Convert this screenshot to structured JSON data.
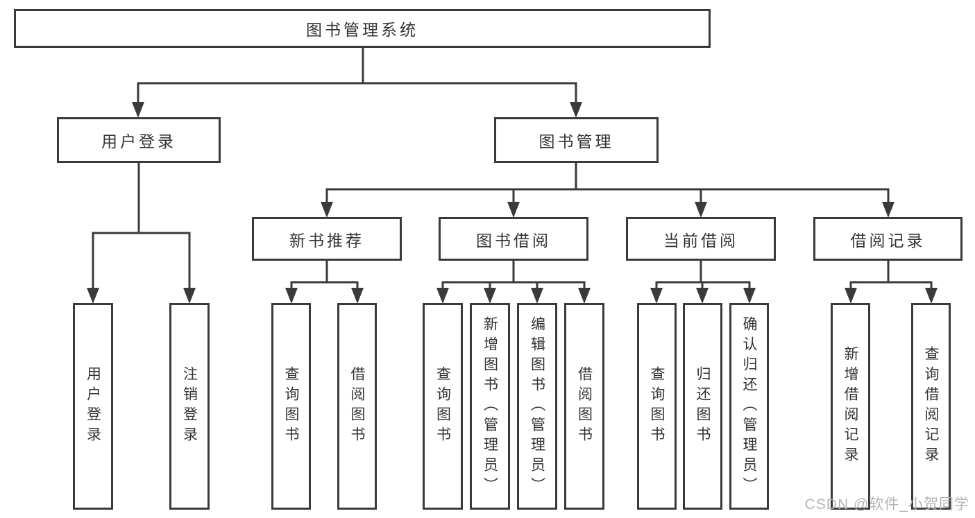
{
  "diagram": {
    "root": {
      "label": "图书管理系统",
      "children": [
        {
          "label": "用户登录",
          "children": [
            {
              "label": "用户登录"
            },
            {
              "label": "注销登录"
            }
          ]
        },
        {
          "label": "图书管理",
          "children": [
            {
              "label": "新书推荐",
              "children": [
                {
                  "label": "查询图书"
                },
                {
                  "label": "借阅图书"
                }
              ]
            },
            {
              "label": "图书借阅",
              "children": [
                {
                  "label": "查询图书"
                },
                {
                  "label": "新增图书（管理员）"
                },
                {
                  "label": "编辑图书（管理员）"
                },
                {
                  "label": "借阅图书"
                }
              ]
            },
            {
              "label": "当前借阅",
              "children": [
                {
                  "label": "查询图书"
                },
                {
                  "label": "归还图书"
                },
                {
                  "label": "确认归还（管理员）"
                }
              ]
            },
            {
              "label": "借阅记录",
              "children": [
                {
                  "label": "新增借阅记录"
                },
                {
                  "label": "查询借阅记录"
                }
              ]
            }
          ]
        }
      ]
    }
  },
  "watermark": {
    "text": "CSDN @软件_小贺同学"
  },
  "colors": {
    "line": "#3a3a3a",
    "text": "#333333",
    "watermark": "#b5b5b5",
    "background": "#ffffff"
  }
}
